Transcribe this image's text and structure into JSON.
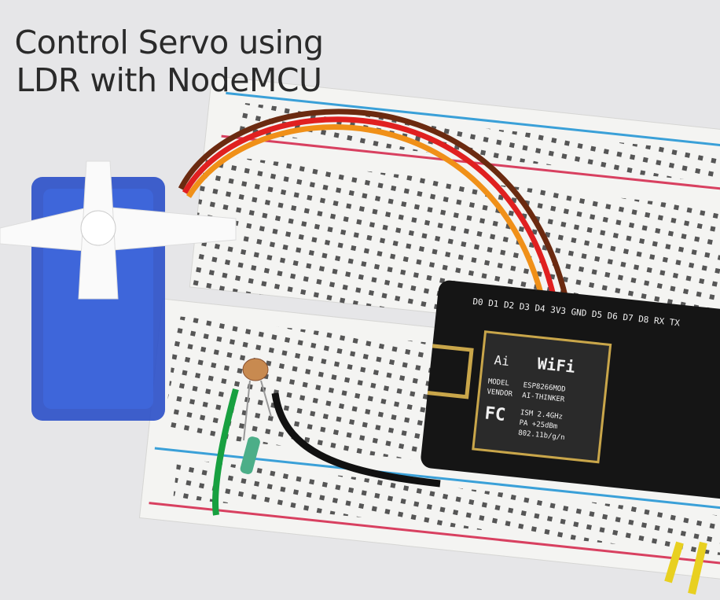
{
  "title": {
    "line1": "Control Servo using",
    "line2": "LDR with NodeMCU"
  },
  "module": {
    "wifi_logo": "WiFi",
    "ai_logo": "Ai",
    "model_label": "MODEL",
    "model_value": "ESP8266MOD",
    "vendor_label": "VENDOR",
    "vendor_value": "AI-THINKER",
    "ism": "ISM 2.4GHz",
    "pa": "PA    +25dBm",
    "standard": "802.11b/g/n",
    "fcc": "FC"
  },
  "pins_top": "D0 D1 D2 D3 D4 3V3 GND D5 D6 D7 D8 RX TX",
  "colors": {
    "background": "#e6e6e8",
    "breadboard": "#f4f4f2",
    "rail_blue": "#3aa0d8",
    "rail_red": "#d84060",
    "servo": "#2a4fc8",
    "board": "#151515"
  }
}
